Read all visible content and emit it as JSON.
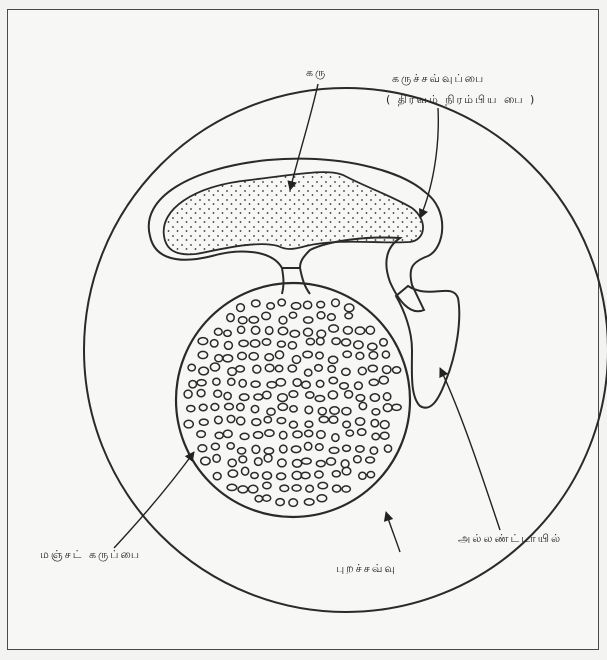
{
  "labels": {
    "embryo": "கரு",
    "amnion_line1": "கருச்சவ்வுப்பை",
    "amnion_line2": "( திரவம் நிரம்பிய பை )",
    "allantois": "அல்லண்ட்டாயில்",
    "yolk_sac": "மஞ்சட் கருப்பை",
    "chorion": "புறச்சவ்வு"
  },
  "colors": {
    "ink": "#2a2a2a",
    "background": "#f7f7f5"
  }
}
